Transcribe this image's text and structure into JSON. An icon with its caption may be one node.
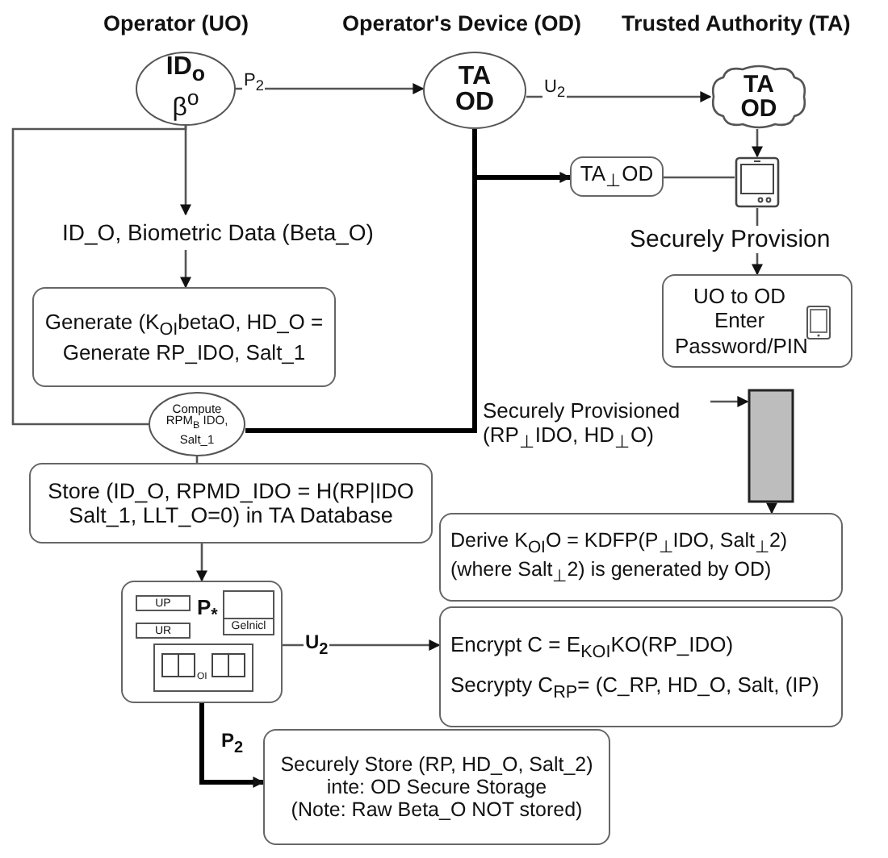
{
  "diagram": {
    "nodes": [
      {
        "text": [
          "ID$_{o}$",
          "β$^{o}$"
        ]
      },
      {
        "text": [
          "TA OD"
        ]
      },
      {
        "text": [
          "TA OD"
        ]
      },
      {
        "text": [
          "ID_O, Biometric Data (Beta_O)"
        ]
      },
      {
        "text": [
          "Generate (K$_{OI}$beta$_{}$O, HD_O = Generate RP_IDO, Salt_1"
        ]
      },
      {
        "text": [
          "Compute RPM$_{B}$ IDO, Salt_1"
        ]
      },
      {
        "text": [
          "Store (ID_O, RPMD_IDO = H(RP|IDO Salt_1, LLT_O=0) in TA Database"
        ]
      },
      {
        "text": [
          "TA$_{⊥}$OD"
        ]
      },
      {
        "text": [],
        "shape": "tablet"
      },
      {
        "text": [
          "UO to OD Enter Password/PIN"
        ]
      },
      {
        "text": [],
        "shape": "bar"
      },
      {
        "text": [
          "Securely Provisioned (RP$_{⊥}$IDO, HD$_{⊥}$O)"
        ]
      },
      {
        "text": [
          "Derive K$_{OI}$O = KDFP(P$_{⊥}$IDO, Salt$_{⊥}$2)",
          "(where Salt$_{⊥}$2) is generated by OD)"
        ]
      },
      {
        "text": [
          "Encrypt C = E$_{KOI}$KO(RP_IDO)",
          "Secrypty C$_{RP}$= (C_RP, HD_O, Salt, (IP)"
        ]
      },
      {
        "text": [
          "P$_{*}$"
        ]
      },
      {
        "text": [
          "UP"
        ],
        "in": 14
      },
      {
        "text": [
          "UR"
        ],
        "in": 14
      },
      {
        "text": [
          "Gelnicl"
        ],
        "in": 14
      },
      {
        "text": [
          "OI"
        ],
        "in": 14
      },
      {
        "text": [
          "Securely Store (RP, HD_O, Salt_2)",
          "inte: OD Secure Storage",
          "(Note: Raw Beta_O NOT stored)"
        ]
      }
    ],
    "edges": [
      {
        "from": 0,
        "to": 1,
        "arrow": "to",
        "label": "P$_{2}$"
      },
      {
        "from": 1,
        "to": 2,
        "arrow": "to",
        "label": "U$_{2}$"
      },
      {
        "from": 0,
        "to": 3,
        "arrow": "to"
      },
      {
        "from": 3,
        "to": 4,
        "arrow": "to"
      },
      {
        "from": 0,
        "to": 5,
        "arrow": "none"
      },
      {
        "from": 1,
        "to": 7,
        "arrow": "to",
        "style": "thick"
      },
      {
        "from": 7,
        "to": 8,
        "arrow": "none"
      },
      {
        "from": 2,
        "to": 8,
        "arrow": "to"
      },
      {
        "from": 8,
        "to": 9,
        "arrow": "to",
        "label": "Securely Provision"
      },
      {
        "from": 11,
        "to": 10,
        "arrow": "to"
      },
      {
        "from": 10,
        "to": 12,
        "arrow": "to"
      },
      {
        "from": 5,
        "to": 6,
        "arrow": "none"
      },
      {
        "from": 6,
        "to": 14,
        "arrow": "to"
      },
      {
        "from": 14,
        "to": 13,
        "arrow": "to",
        "label": "U$_{2}$"
      },
      {
        "from": 14,
        "to": 19,
        "arrow": "to",
        "label": "P$_{2}$",
        "style": "thick"
      },
      {
        "from": 1,
        "to": 5,
        "arrow": "none",
        "style": "thick"
      }
    ],
    "labels": [
      "Operator (UO)",
      "Operator's Device (OD)",
      "Trusted Authority (TA)"
    ]
  }
}
